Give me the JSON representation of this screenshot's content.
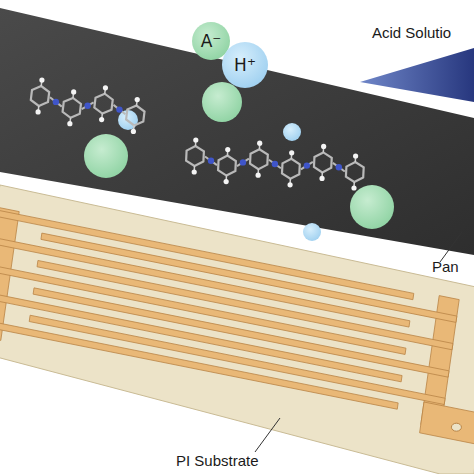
{
  "diagram": {
    "nodes": [
      {
        "text": [
          "A⁻"
        ]
      },
      {
        "text": [
          "H⁺"
        ]
      }
    ],
    "labels": [
      "Acid Solutio",
      "Pan",
      "PI Substrate"
    ]
  }
}
